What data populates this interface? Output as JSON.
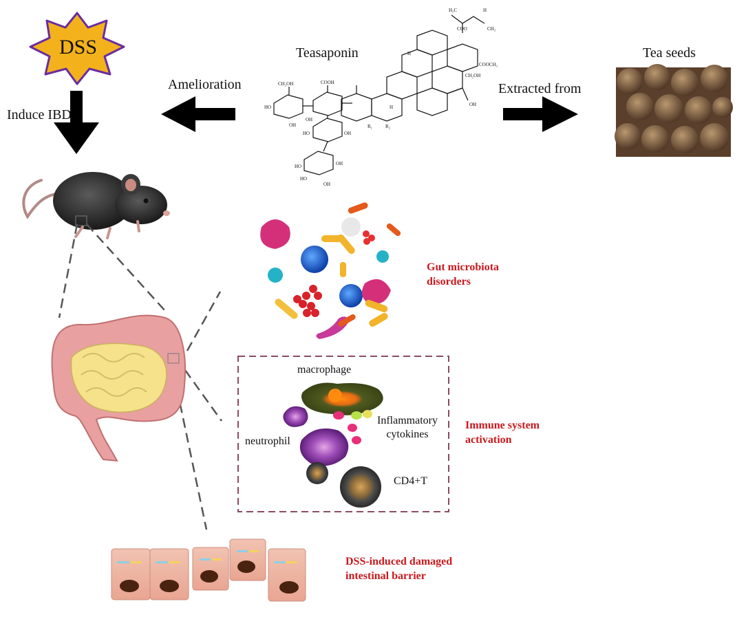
{
  "labels": {
    "dss": "DSS",
    "induce_ibd": "Induce IBD",
    "amelioration": "Amelioration",
    "teasaponin": "Teasaponin",
    "extracted_from": "Extracted from",
    "tea_seeds": "Tea seeds",
    "gut_microbiota_line1": "Gut microbiota",
    "gut_microbiota_line2": "disorders",
    "macrophage": "macrophage",
    "neutrophil": "neutrophil",
    "inflammatory_line1": "Inflammatory",
    "inflammatory_line2": "cytokines",
    "cd4t": "CD4+T",
    "immune_line1": "Immune system",
    "immune_line2": "activation",
    "barrier_line1": "DSS-induced damaged",
    "barrier_line2": "intestinal barrier"
  },
  "structure_labels": {
    "h3c": "H₃C",
    "h_top": "H",
    "coo": "COO",
    "ch3_right": "CH₃",
    "cooch3": "COOCH₃",
    "ch2oh_1": "CH₂OH",
    "oh_1": "OH",
    "h_ring": "H",
    "ch2oh_sugar": "CH₂OH",
    "cooh": "COOH",
    "oh_a": "OH",
    "ho_a": "HO",
    "ho_b": "HO",
    "oh_b": "OH",
    "ho_c": "HO",
    "oh_c": "OH",
    "ho_d": "HO",
    "oh_d": "OH",
    "oh_e": "OH",
    "r1": "R₁",
    "r2": "R₂",
    "h_low": "H"
  },
  "colors": {
    "label_red": "#c8191d",
    "dss_burst": "#f3b21c",
    "dss_outline": "#6a2ca0",
    "arrow": "#000000",
    "dashed_box": "#8a4b5c"
  }
}
